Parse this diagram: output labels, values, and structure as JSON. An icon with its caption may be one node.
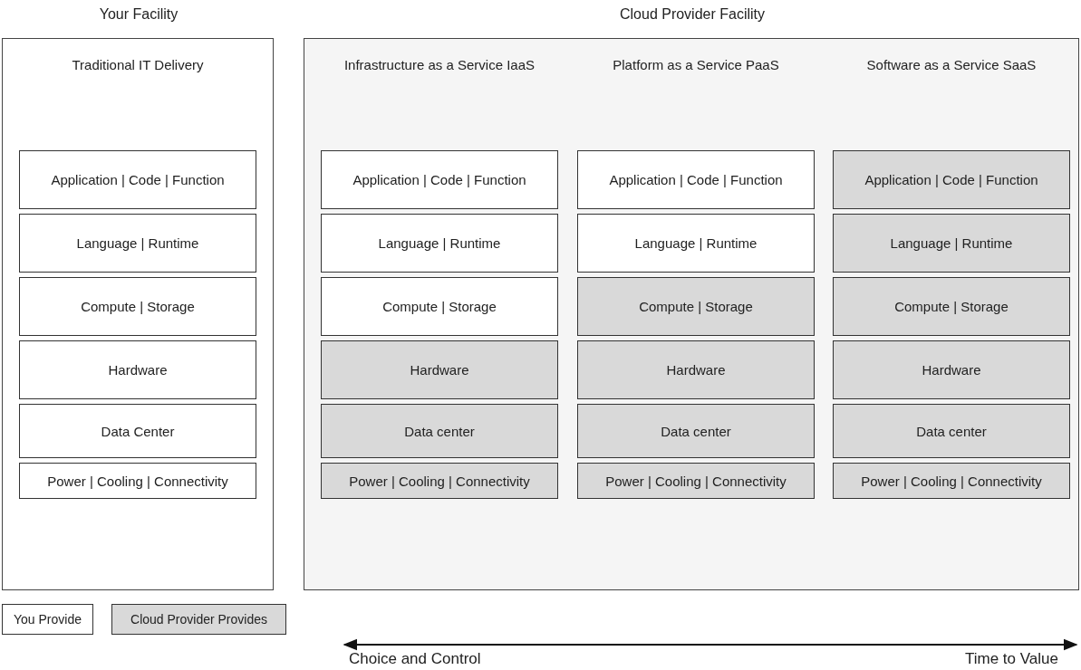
{
  "diagram": {
    "nodes": [
      {
        "text": [
          "Your Facility",
          "Traditional IT Delivery"
        ]
      },
      {
        "text": [
          "Application | Code | Function"
        ],
        "in": 0
      },
      {
        "text": [
          "Language | Runtime"
        ],
        "in": 0
      },
      {
        "text": [
          "Compute | Storage"
        ],
        "in": 0
      },
      {
        "text": [
          "Hardware"
        ],
        "in": 0
      },
      {
        "text": [
          "Data Center"
        ],
        "in": 0
      },
      {
        "text": [
          "Power | Cooling | Connectivity"
        ],
        "in": 0
      },
      {
        "text": [
          "Cloud Provider Facility",
          "Infrastructure as a Service IaaS",
          "Platform as a Service PaaS",
          "Software as a Service SaaS"
        ]
      },
      {
        "text": [
          "Application | Code | Function"
        ],
        "in": 7
      },
      {
        "text": [
          "Application | Code | Function"
        ],
        "in": 7
      },
      {
        "text": [
          "Application | Code | Function"
        ],
        "in": 7
      },
      {
        "text": [
          "Language | Runtime"
        ],
        "in": 7
      },
      {
        "text": [
          "Language | Runtime"
        ],
        "in": 7
      },
      {
        "text": [
          "Language | Runtime"
        ],
        "in": 7
      },
      {
        "text": [
          "Compute | Storage"
        ],
        "in": 7
      },
      {
        "text": [
          "Compute | Storage"
        ],
        "in": 7
      },
      {
        "text": [
          "Compute | Storage"
        ],
        "in": 7
      },
      {
        "text": [
          "Hardware"
        ],
        "in": 7
      },
      {
        "text": [
          "Hardware"
        ],
        "in": 7
      },
      {
        "text": [
          "Hardware"
        ],
        "in": 7
      },
      {
        "text": [
          "Data center"
        ],
        "in": 7
      },
      {
        "text": [
          "Data center"
        ],
        "in": 7
      },
      {
        "text": [
          "Data center"
        ],
        "in": 7
      },
      {
        "text": [
          "Power | Cooling | Connectivity"
        ],
        "in": 7
      },
      {
        "text": [
          "Power | Cooling | Connectivity"
        ],
        "in": 7
      },
      {
        "text": [
          "Power | Cooling | Connectivity"
        ],
        "in": 7
      }
    ],
    "edges": [],
    "labels": [
      "Choice and Control",
      "Time to Value"
    ],
    "legend": [
      {
        "text": "You Provide",
        "color": "#ffffff"
      },
      {
        "text": "Cloud Provider Provides",
        "color": "#d9d9d9"
      }
    ]
  }
}
